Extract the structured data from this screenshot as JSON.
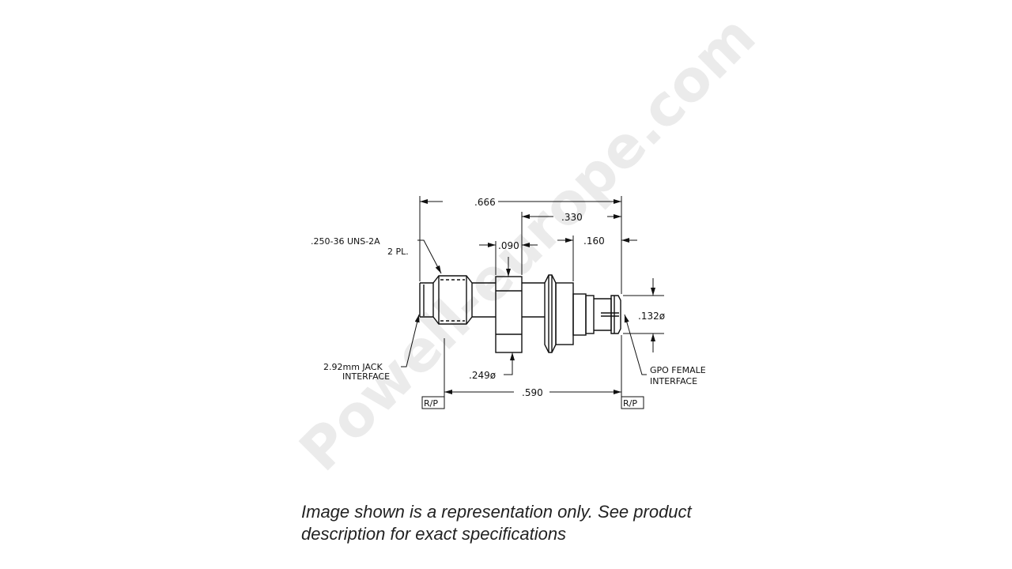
{
  "watermark": "Powell-europe.com",
  "dimensions": {
    "overall_length": ".666",
    "rear_length": ".330",
    "hex_width": ".090",
    "gpo_length": ".160",
    "ref_length": ".590",
    "hex_diameter": ".249ø",
    "gpo_diameter": ".132ø"
  },
  "labels": {
    "thread_line1": ".250-36 UNS-2A",
    "thread_line2": "2 PL.",
    "jack_line1": "2.92mm JACK",
    "jack_line2": "INTERFACE",
    "gpo_line1": "GPO FEMALE",
    "gpo_line2": "INTERFACE",
    "ref_plane_left": "R/P",
    "ref_plane_right": "R/P"
  },
  "caption": "Image shown is a representation only. See product description for exact specifications"
}
